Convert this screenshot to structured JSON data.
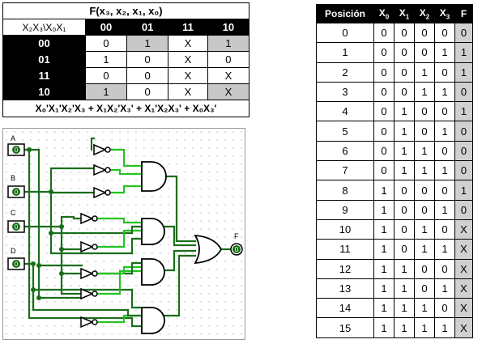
{
  "kmap": {
    "title": "F(x₃, x₂, x₁, x₀)",
    "corner": "X₂X₃\\X₀X₁",
    "col_headers": [
      "00",
      "01",
      "11",
      "10"
    ],
    "rows": [
      {
        "label": "00",
        "cells": [
          "0",
          "1",
          "X",
          "1"
        ]
      },
      {
        "label": "01",
        "cells": [
          "1",
          "0",
          "X",
          "0"
        ]
      },
      {
        "label": "11",
        "cells": [
          "0",
          "0",
          "X",
          "X"
        ]
      },
      {
        "label": "10",
        "cells": [
          "1",
          "0",
          "X",
          "X"
        ]
      }
    ],
    "expression": "X₀'X₁'X₂'X₃ + X₁X₂'X₃' + X₁'X₂X₃' + X₀X₃'"
  },
  "truth_table": {
    "headers": {
      "pos": "Posición",
      "x0": "X",
      "x1": "X",
      "x2": "X",
      "x3": "X",
      "f": "F"
    },
    "header_subs": {
      "x0": "0",
      "x1": "1",
      "x2": "2",
      "x3": "3"
    },
    "rows": [
      {
        "pos": "0",
        "x0": "0",
        "x1": "0",
        "x2": "0",
        "x3": "0",
        "f": "0"
      },
      {
        "pos": "1",
        "x0": "0",
        "x1": "0",
        "x2": "0",
        "x3": "1",
        "f": "1"
      },
      {
        "pos": "2",
        "x0": "0",
        "x1": "0",
        "x2": "1",
        "x3": "0",
        "f": "1"
      },
      {
        "pos": "3",
        "x0": "0",
        "x1": "0",
        "x2": "1",
        "x3": "1",
        "f": "0"
      },
      {
        "pos": "4",
        "x0": "0",
        "x1": "1",
        "x2": "0",
        "x3": "0",
        "f": "1"
      },
      {
        "pos": "5",
        "x0": "0",
        "x1": "1",
        "x2": "0",
        "x3": "1",
        "f": "0"
      },
      {
        "pos": "6",
        "x0": "0",
        "x1": "1",
        "x2": "1",
        "x3": "0",
        "f": "0"
      },
      {
        "pos": "7",
        "x0": "0",
        "x1": "1",
        "x2": "1",
        "x3": "1",
        "f": "0"
      },
      {
        "pos": "8",
        "x0": "1",
        "x1": "0",
        "x2": "0",
        "x3": "0",
        "f": "1"
      },
      {
        "pos": "9",
        "x0": "1",
        "x1": "0",
        "x2": "0",
        "x3": "1",
        "f": "0"
      },
      {
        "pos": "10",
        "x0": "1",
        "x1": "0",
        "x2": "1",
        "x3": "0",
        "f": "X"
      },
      {
        "pos": "11",
        "x0": "1",
        "x1": "0",
        "x2": "1",
        "x3": "1",
        "f": "X"
      },
      {
        "pos": "12",
        "x0": "1",
        "x1": "1",
        "x2": "0",
        "x3": "0",
        "f": "X"
      },
      {
        "pos": "13",
        "x0": "1",
        "x1": "1",
        "x2": "0",
        "x3": "1",
        "f": "X"
      },
      {
        "pos": "14",
        "x0": "1",
        "x1": "1",
        "x2": "1",
        "x3": "0",
        "f": "X"
      },
      {
        "pos": "15",
        "x0": "1",
        "x1": "1",
        "x2": "1",
        "x3": "1",
        "f": "X"
      }
    ]
  },
  "circuit": {
    "inputs": [
      {
        "label": "A",
        "value": "0"
      },
      {
        "label": "B",
        "value": "0"
      },
      {
        "label": "C",
        "value": "0"
      },
      {
        "label": "D",
        "value": "0"
      }
    ],
    "output": {
      "label": "F",
      "value": "0"
    },
    "colors": {
      "wire_dark": "#1a6e1a",
      "wire_light": "#22c422",
      "grid_dot": "#b0b0b0"
    }
  }
}
